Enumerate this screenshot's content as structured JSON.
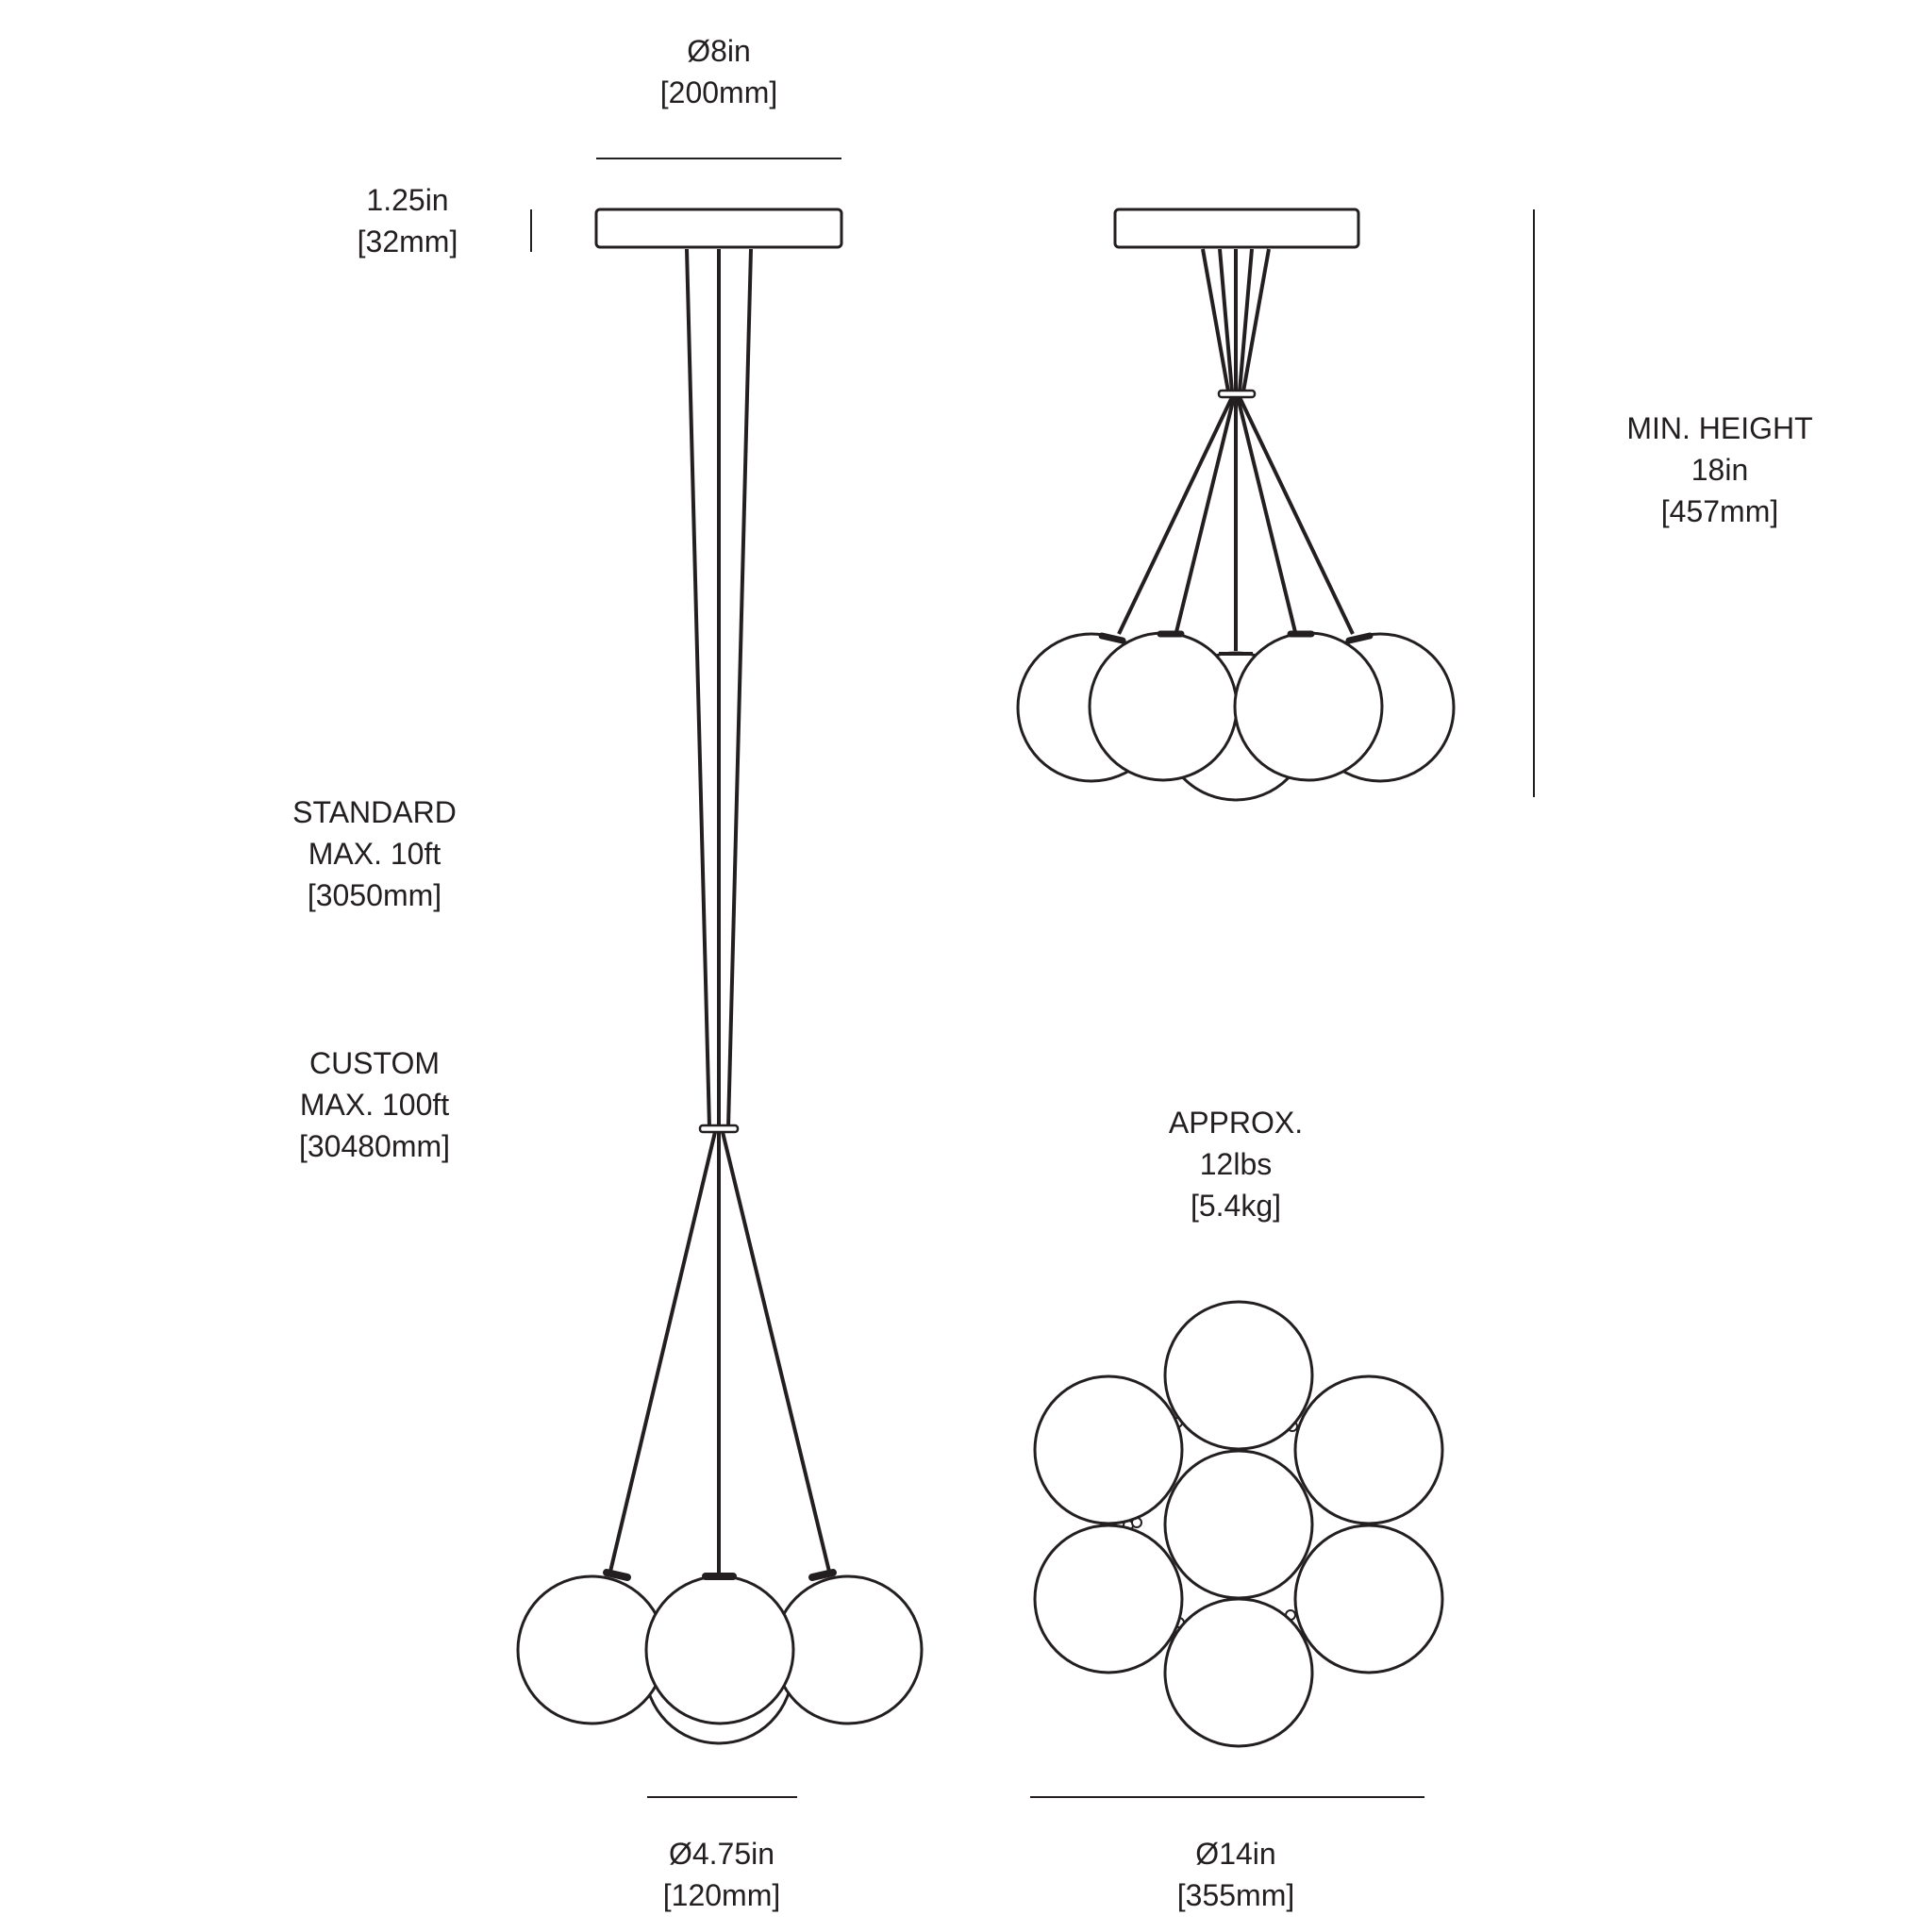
{
  "dimensions": {
    "canopy_diameter": {
      "imperial": "Ø8in",
      "metric": "[200mm]"
    },
    "canopy_height": {
      "imperial": "1.25in",
      "metric": "[32mm]"
    },
    "min_height": {
      "label": "MIN. HEIGHT",
      "imperial": "18in",
      "metric": "[457mm]"
    },
    "standard_max": {
      "label": "STANDARD",
      "imperial": "MAX. 10ft",
      "metric": "[3050mm]"
    },
    "custom_max": {
      "label": "CUSTOM",
      "imperial": "MAX. 100ft",
      "metric": "[30480mm]"
    },
    "weight": {
      "label": "APPROX.",
      "imperial": "12lbs",
      "metric": "[5.4kg]"
    },
    "globe_diameter": {
      "imperial": "Ø4.75in",
      "metric": "[120mm]"
    },
    "cluster_diameter": {
      "imperial": "Ø14in",
      "metric": "[355mm]"
    }
  }
}
